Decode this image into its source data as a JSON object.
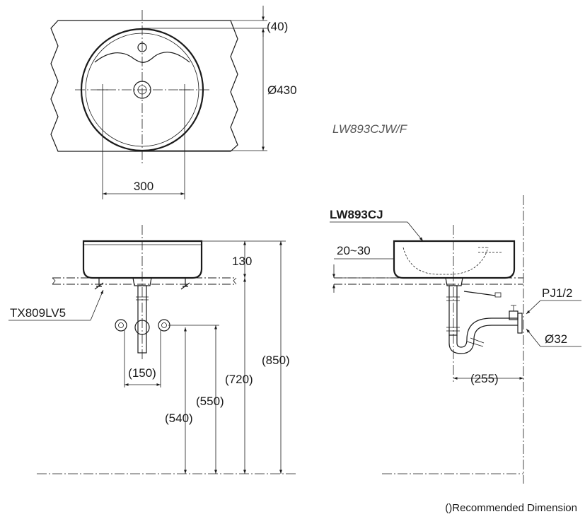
{
  "model_label": "LW893CJW/F",
  "basin_label": "LW893CJ",
  "faucet_label": "TX809LV5",
  "note": "()Recommended Dimension",
  "top_view": {
    "dim_top": "(40)",
    "dim_diameter": "Ø430",
    "dim_width": "300"
  },
  "front_view": {
    "dim_basin_height": "130",
    "dim_total": "(850)",
    "dim_counter": "(720)",
    "dim_supply": "(550)",
    "dim_drain": "(540)",
    "dim_spacing": "(150)"
  },
  "side_view": {
    "dim_counter_thickness": "20~30",
    "dim_pipe": "PJ1/2",
    "dim_drain_dia": "Ø32",
    "dim_wall": "(255)"
  }
}
